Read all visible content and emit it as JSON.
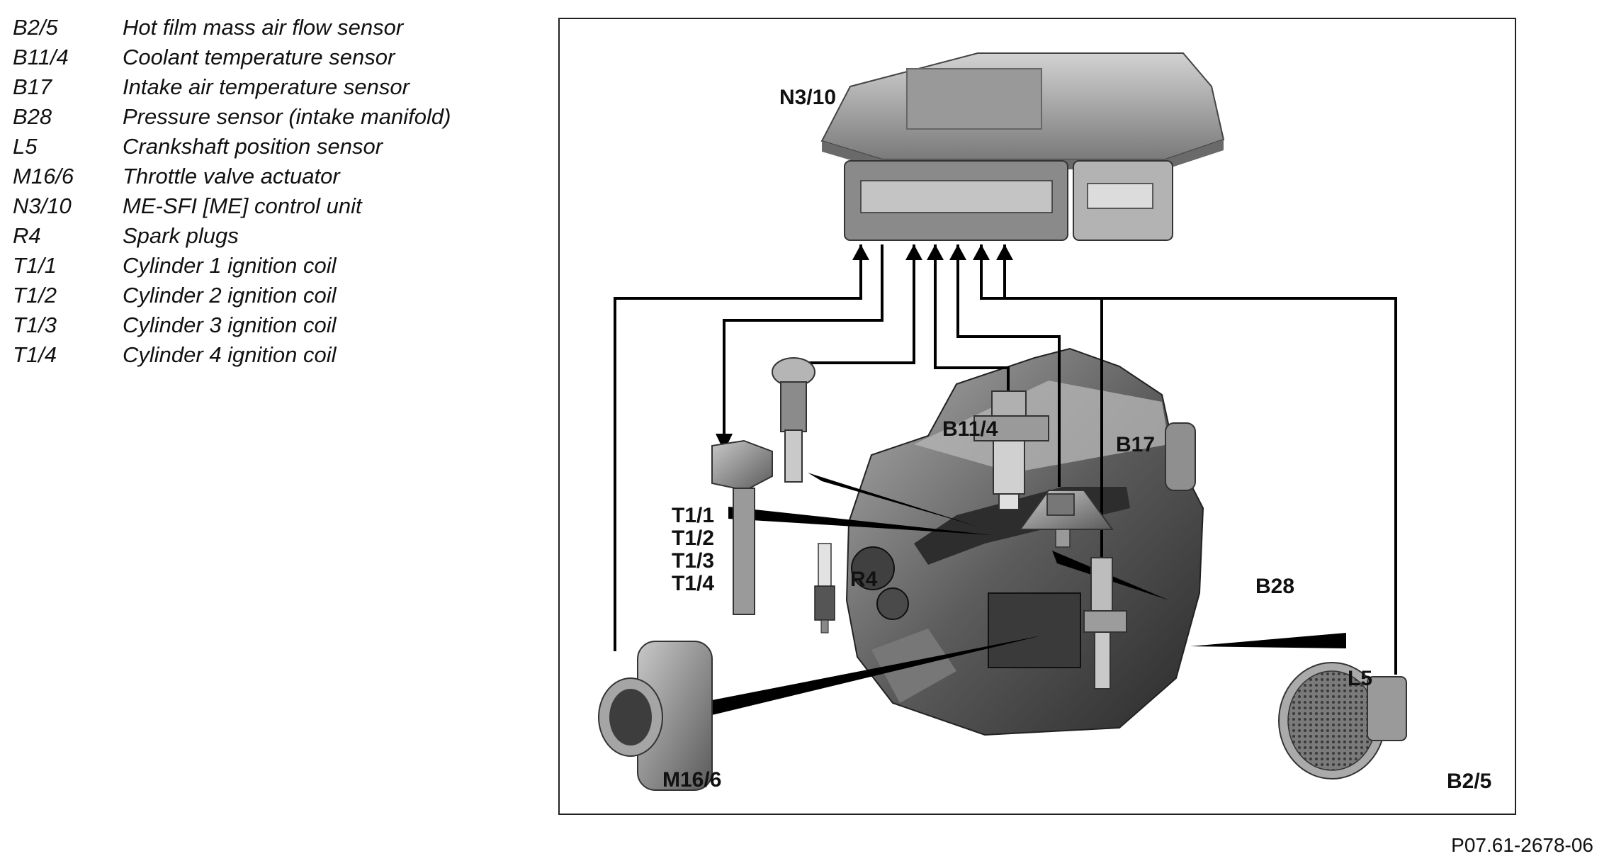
{
  "legend": [
    {
      "code": "B2/5",
      "desc": "Hot film mass air flow sensor"
    },
    {
      "code": "B11/4",
      "desc": "Coolant temperature sensor"
    },
    {
      "code": "B17",
      "desc": "Intake air temperature sensor"
    },
    {
      "code": "B28",
      "desc": "Pressure sensor (intake manifold)"
    },
    {
      "code": "L5",
      "desc": "Crankshaft position sensor"
    },
    {
      "code": "M16/6",
      "desc": "Throttle valve actuator"
    },
    {
      "code": "N3/10",
      "desc": "ME-SFI [ME] control unit"
    },
    {
      "code": "R4",
      "desc": "Spark plugs"
    },
    {
      "code": "T1/1",
      "desc": "Cylinder 1 ignition coil"
    },
    {
      "code": "T1/2",
      "desc": "Cylinder 2 ignition coil"
    },
    {
      "code": "T1/3",
      "desc": "Cylinder 3 ignition coil"
    },
    {
      "code": "T1/4",
      "desc": "Cylinder 4 ignition coil"
    }
  ],
  "labels": {
    "n3_10": "N3/10",
    "b11_4": "B11/4",
    "b17": "B17",
    "b28": "B28",
    "l5": "L5",
    "m16_6": "M16/6",
    "b2_5": "B2/5",
    "r4": "R4",
    "t1_1": "T1/1",
    "t1_2": "T1/2",
    "t1_3": "T1/3",
    "t1_4": "T1/4"
  },
  "figure_id": "P07.61-2678-06"
}
